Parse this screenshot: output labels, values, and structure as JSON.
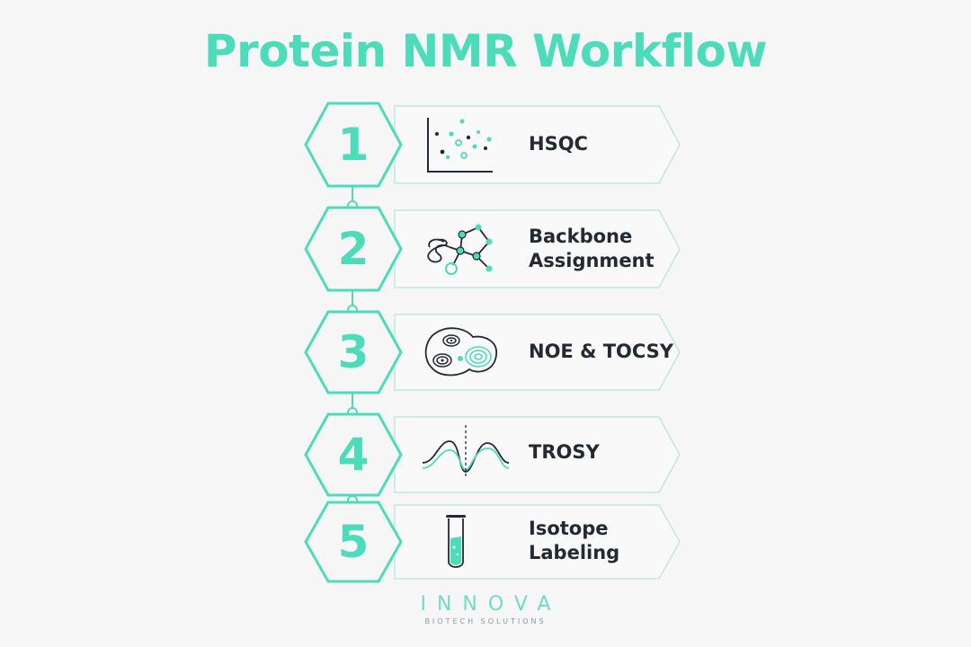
{
  "title": "Protein NMR Workflow",
  "accent_color": "#4cdcba",
  "steps": [
    {
      "number": "1",
      "label": "HSQC",
      "icon": "hsqc-spectrum-icon"
    },
    {
      "number": "2",
      "label": "Backbone\nAssignment",
      "icon": "molecule-network-icon"
    },
    {
      "number": "3",
      "label": "NOE & TOCSY",
      "icon": "contour-map-icon"
    },
    {
      "number": "4",
      "label": "TROSY",
      "icon": "spectral-peaks-icon"
    },
    {
      "number": "5",
      "label": "Isotope\nLabeling",
      "icon": "test-tube-icon"
    }
  ],
  "logo": {
    "name": "INNOVA",
    "tagline": "BIOTECH SOLUTIONS"
  }
}
